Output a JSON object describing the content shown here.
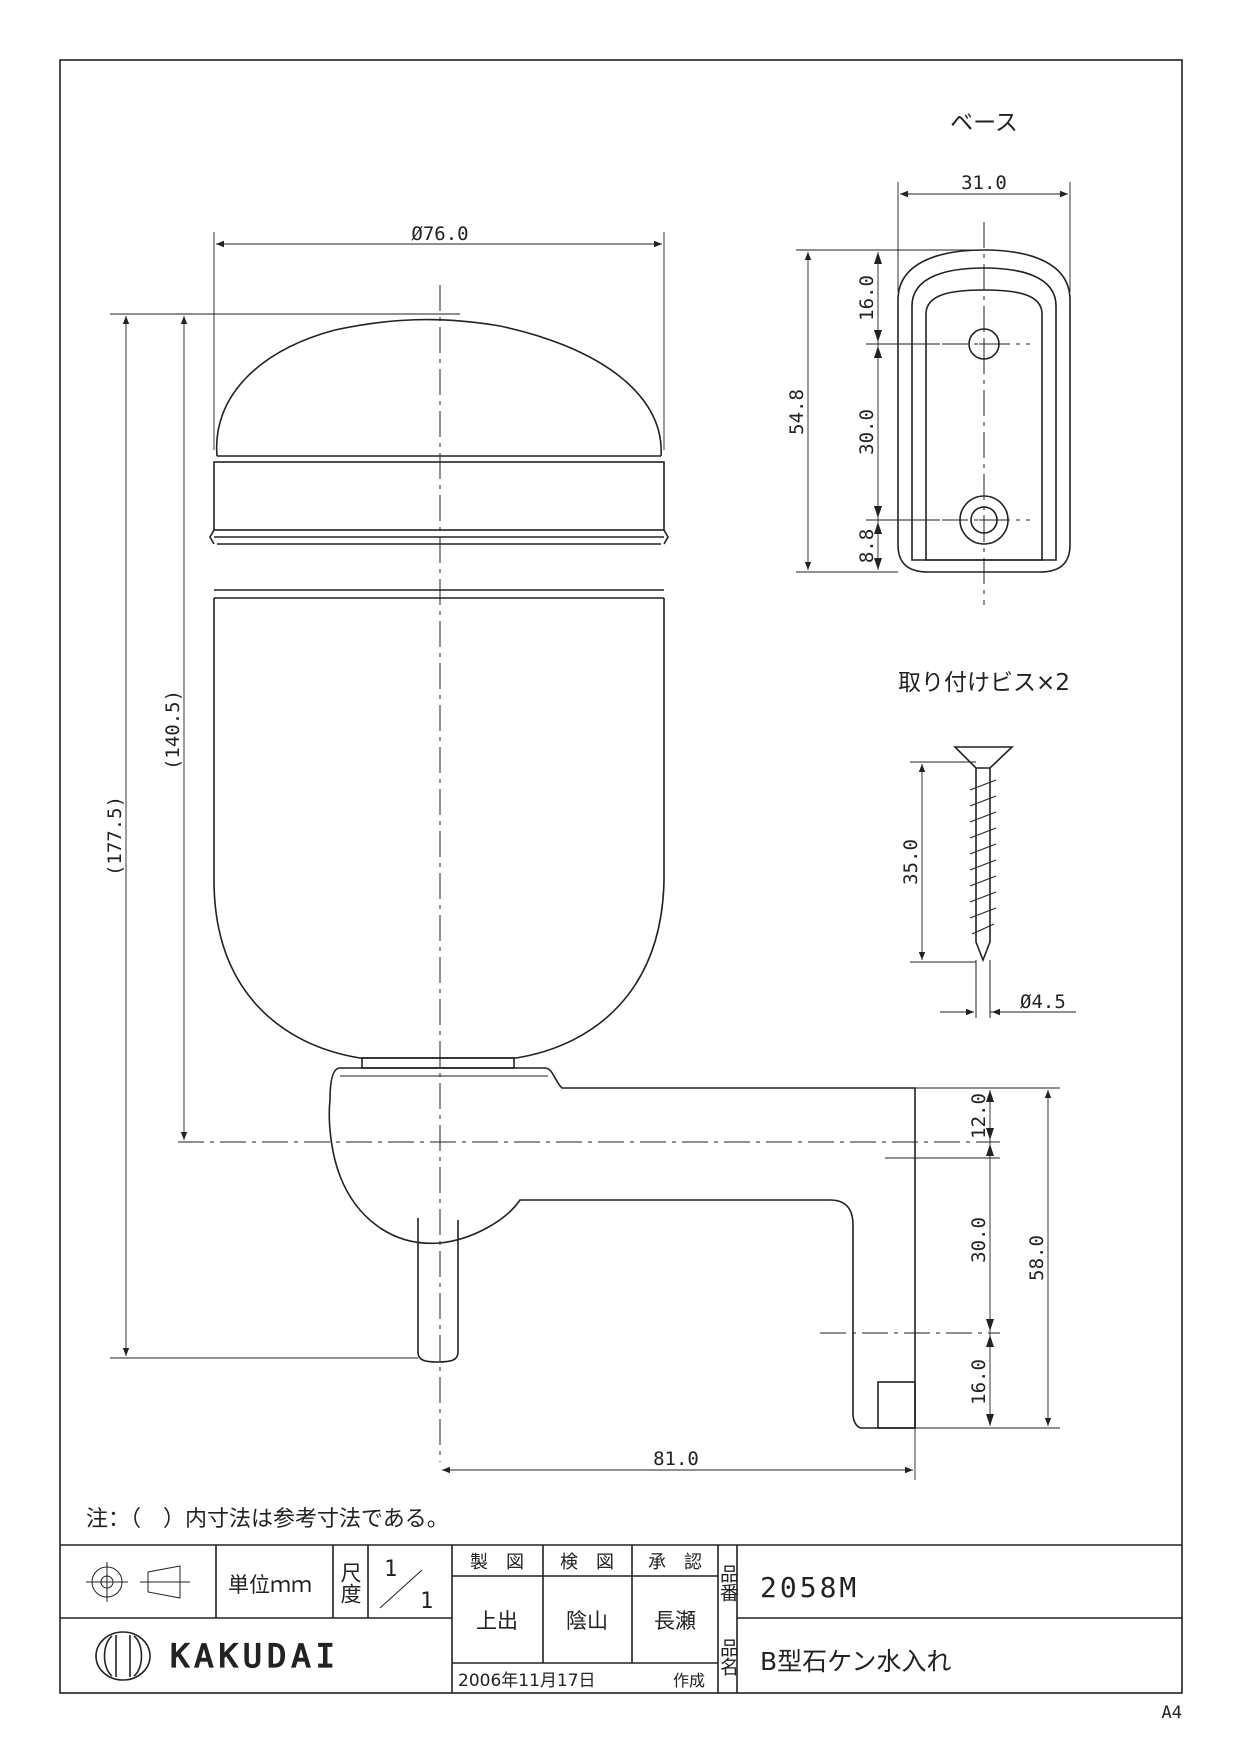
{
  "sheet": {
    "size": "A4"
  },
  "main_view": {
    "dims": {
      "diameter": "Ø76.0",
      "overall_height": "(177.5)",
      "body_height": "(140.5)",
      "spout_length": "81.0",
      "spout_total": "58.0",
      "spout_a": "12.0",
      "spout_b": "30.0",
      "spout_c": "16.0"
    }
  },
  "base_view": {
    "title": "ベース",
    "dims": {
      "width": "31.0",
      "height": "54.8",
      "top": "16.0",
      "pitch": "30.0",
      "bottom": "8.8"
    }
  },
  "screw_view": {
    "title": "取り付けビス×2",
    "dims": {
      "length": "35.0",
      "diameter": "Ø4.5"
    }
  },
  "note": "注：（　）内寸法は参考寸法である。",
  "title_block": {
    "unit": "単位ｍｍ",
    "scale_label": "尺度",
    "scale_num": "1",
    "scale_den": "1",
    "drawn_label": "製　図",
    "checked_label": "検　図",
    "approved_label": "承　認",
    "drawn_by": "上出",
    "checked_by": "陰山",
    "approved_by": "長瀬",
    "date": "2006年11月17日",
    "date_suffix": "作成",
    "part_no_label": "品番",
    "part_no": "2058M",
    "part_name_label": "品名",
    "part_name": "B型石ケン水入れ",
    "company": "KAKUDAI"
  }
}
